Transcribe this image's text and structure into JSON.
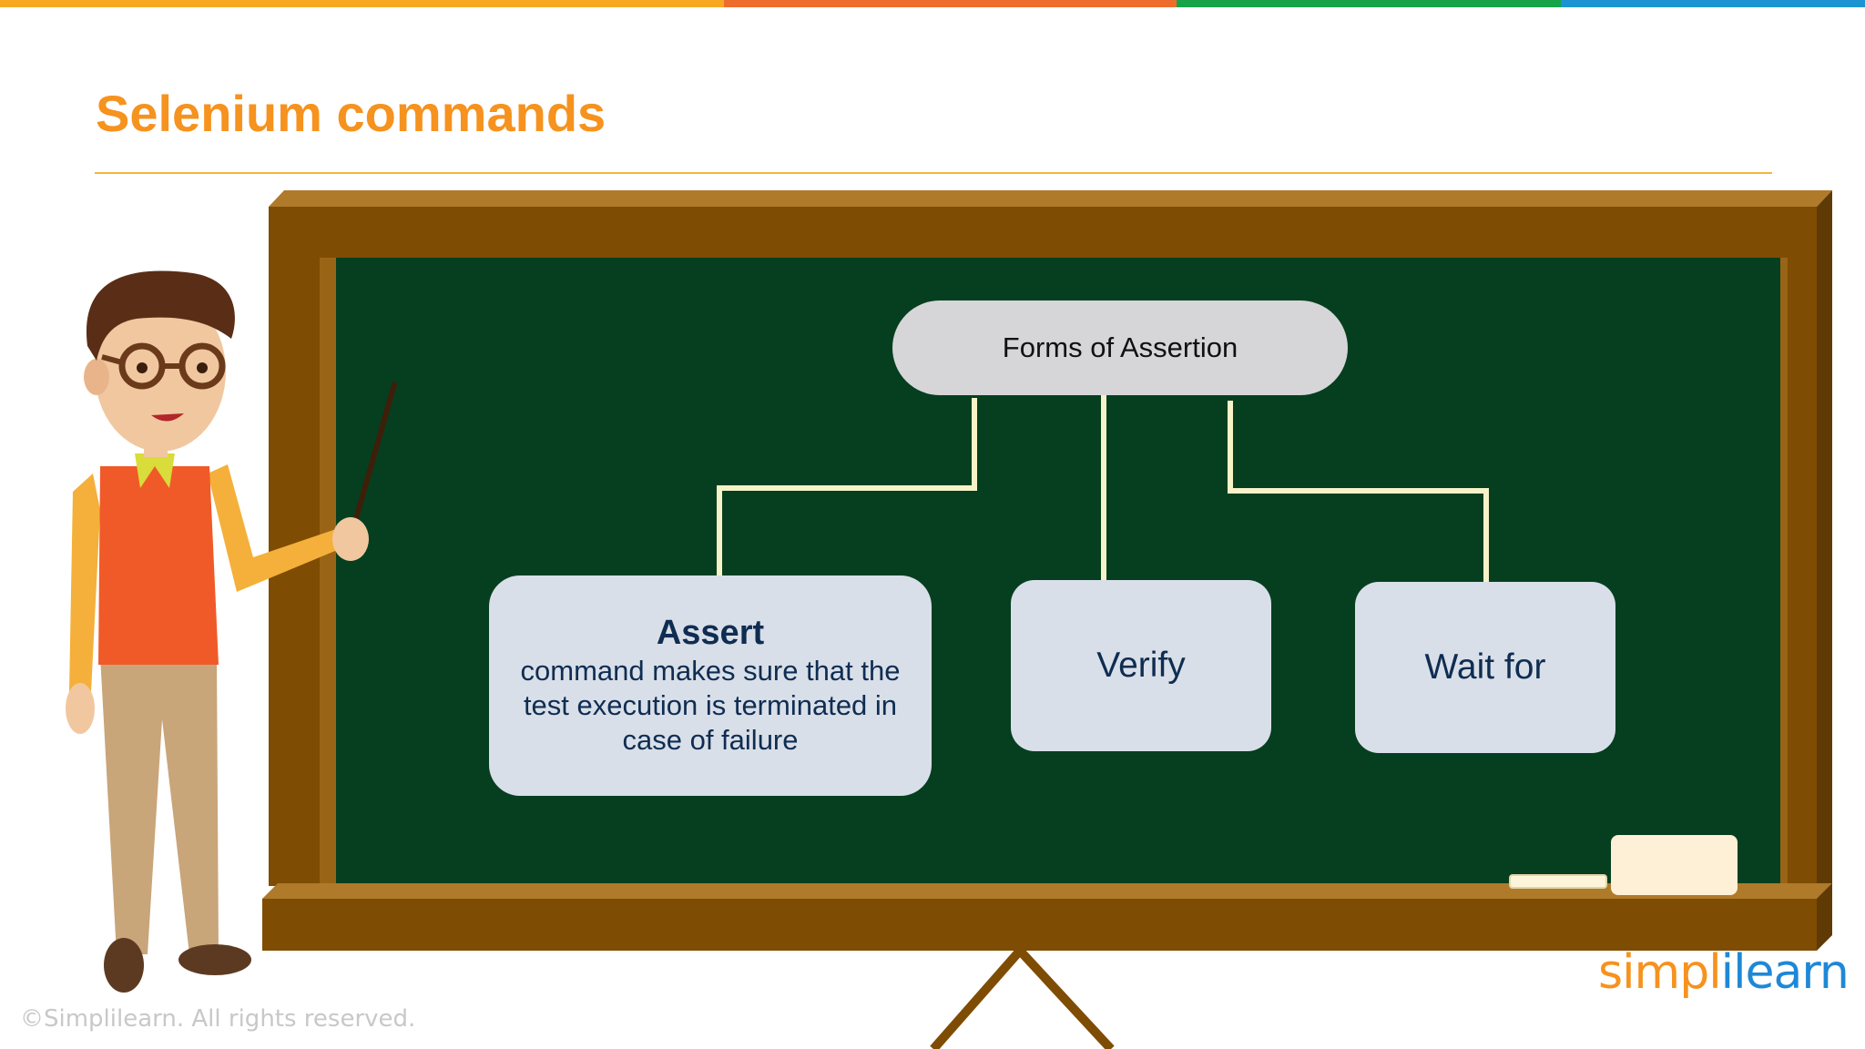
{
  "slide": {
    "title": "Selenium commands",
    "copyright": "©Simplilearn. All rights reserved.",
    "logo": {
      "part1": "simpl",
      "part2": "i",
      "part3": "learn"
    }
  },
  "diagram": {
    "root": "Forms of Assertion",
    "children": [
      {
        "title": "Assert",
        "description": "command makes sure that the test execution is terminated in case of failure"
      },
      {
        "title": "Verify"
      },
      {
        "title": "Wait for"
      }
    ]
  },
  "colors": {
    "accent": "#f6921e",
    "board": "#053f1f",
    "frame": "#7f4c03",
    "node_fill": "#d9dfe8",
    "root_fill": "#d6d6d8",
    "connector": "#f7f2c8",
    "topbar": [
      "#f7a823",
      "#ee6d2c",
      "#16a34a",
      "#1c94d2"
    ]
  }
}
